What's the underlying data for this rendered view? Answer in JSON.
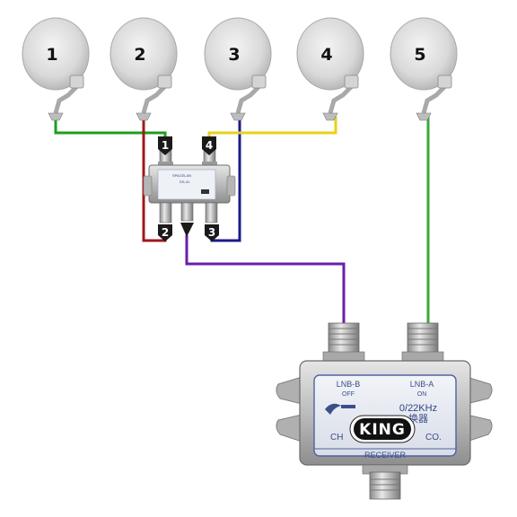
{
  "dishes": [
    {
      "label": "1"
    },
    {
      "label": "2"
    },
    {
      "label": "3"
    },
    {
      "label": "4"
    },
    {
      "label": "5"
    }
  ],
  "diseqc_switch": {
    "brand": "SPACELAN",
    "model": "DS-41",
    "ports": [
      "1",
      "2",
      "3",
      "4"
    ]
  },
  "tone_switch": {
    "port_b": "LNB-B",
    "port_b_state": "OFF",
    "port_a": "LNB-A",
    "port_a_state": "ON",
    "frequency": "0/22KHz",
    "chinese_text": "换器",
    "left_text": "CH",
    "right_text": "CO.",
    "brand_badge": "KING",
    "output": "RECEIVER"
  },
  "colors": {
    "cable_dish1": "#1c9e1c",
    "cable_dish2": "#a01818",
    "cable_dish3": "#1a1a8c",
    "cable_dish4": "#e6d21a",
    "cable_dish5": "#3aa83a",
    "cable_output": "#6a1ea8"
  }
}
